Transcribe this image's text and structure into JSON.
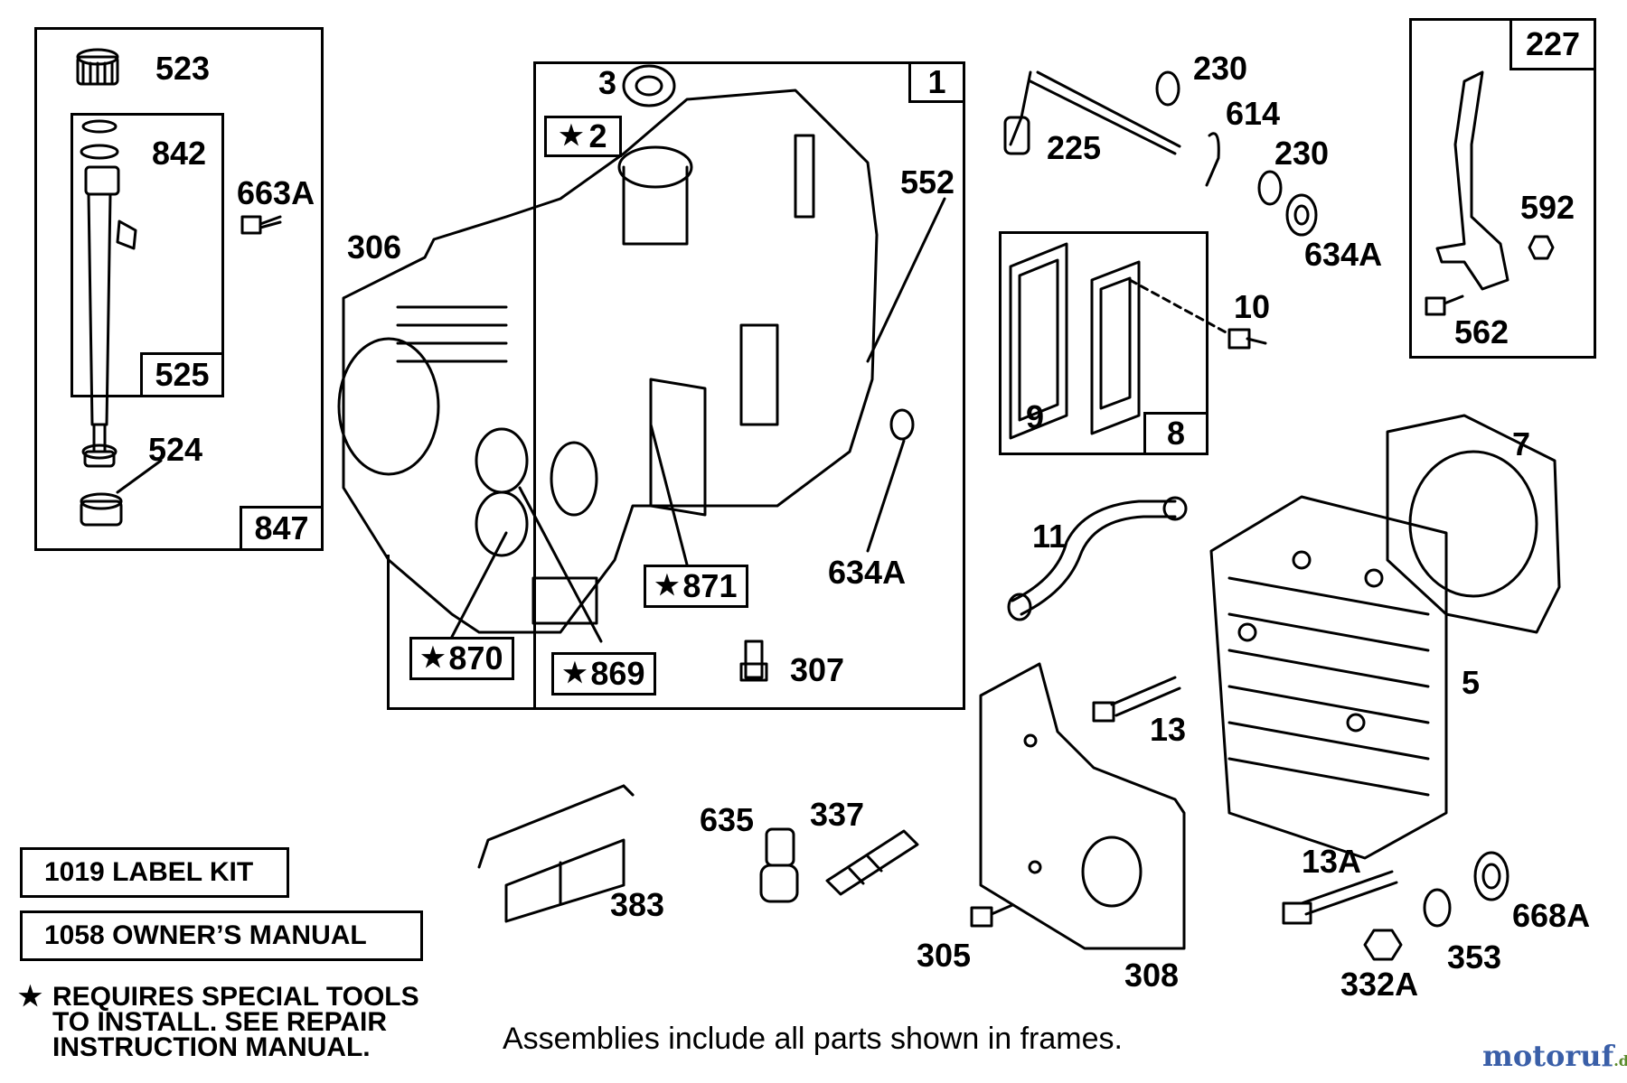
{
  "parts": {
    "p523": "523",
    "p842": "842",
    "p663A": "663A",
    "p525": "525",
    "p524": "524",
    "p847": "847",
    "p3": "3",
    "p1": "1",
    "p2": "2",
    "p306": "306",
    "p552": "552",
    "p871": "871",
    "p634A_a": "634A",
    "p870": "870",
    "p869": "869",
    "p307": "307",
    "p230_a": "230",
    "p614": "614",
    "p225": "225",
    "p230_b": "230",
    "p634A_b": "634A",
    "p10": "10",
    "p9": "9",
    "p8": "8",
    "p227": "227",
    "p592": "592",
    "p562": "562",
    "p7": "7",
    "p11": "11",
    "p5": "5",
    "p13": "13",
    "p383": "383",
    "p635": "635",
    "p337": "337",
    "p305": "305",
    "p308": "308",
    "p13A": "13A",
    "p668A": "668A",
    "p353": "353",
    "p332A": "332A"
  },
  "star_symbol": "★",
  "label_kit": "1019 LABEL KIT",
  "owners_manual": "1058 OWNER’S MANUAL",
  "requires_note": {
    "line1": "REQUIRES SPECIAL TOOLS",
    "line2": "TO INSTALL.  SEE REPAIR",
    "line3": "INSTRUCTION MANUAL."
  },
  "caption": "Assemblies include all parts shown in frames.",
  "watermark": {
    "brand": "motoruf",
    "suffix": ".de"
  },
  "colors": {
    "ink": "#000000",
    "paper": "#ffffff",
    "watermark_blue": "#3a5fa8",
    "watermark_green": "#5a8a2a"
  }
}
